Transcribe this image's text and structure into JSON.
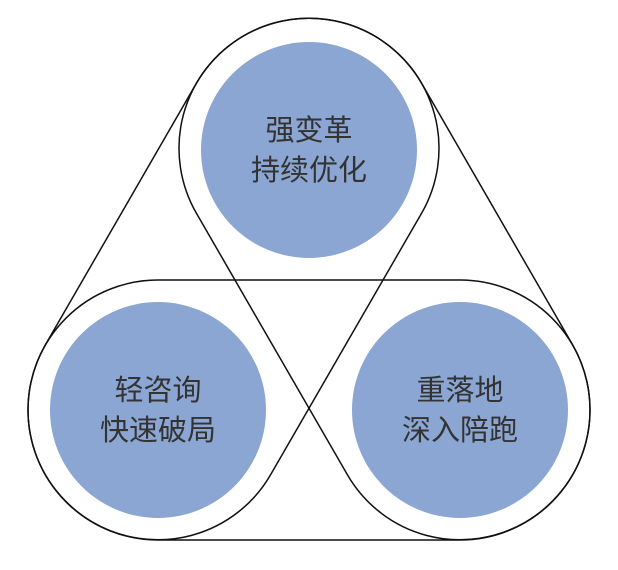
{
  "colors": {
    "fill": "#8BA6D2",
    "stroke": "#111111",
    "text": "#333333"
  },
  "nodes": [
    {
      "line1": "强变革",
      "line2": "持续优化"
    },
    {
      "line1": "轻咨询",
      "line2": "快速破局"
    },
    {
      "line1": "重落地",
      "line2": "深入陪跑"
    }
  ]
}
